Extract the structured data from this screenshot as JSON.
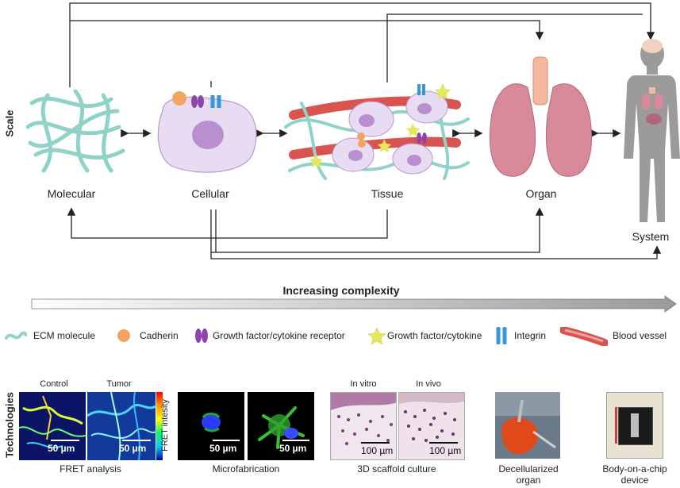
{
  "axis": {
    "scale_label": "Scale",
    "technologies_label": "Technologies"
  },
  "scales": {
    "molecular": "Molecular",
    "cellular": "Cellular",
    "tissue": "Tissue",
    "organ": "Organ",
    "system": "System"
  },
  "complexity": {
    "label": "Increasing complexity"
  },
  "legend": [
    {
      "icon": "ecm-molecule-icon",
      "label": "ECM molecule"
    },
    {
      "icon": "cadherin-icon",
      "label": "Cadherin"
    },
    {
      "icon": "receptor-icon",
      "label": "Growth factor/cytokine receptor"
    },
    {
      "icon": "growth-factor-icon",
      "label": "Growth factor/cytokine"
    },
    {
      "icon": "integrin-icon",
      "label": "Integrin"
    },
    {
      "icon": "blood-vessel-icon",
      "label": "Blood vessel"
    }
  ],
  "technologies": {
    "fret": {
      "caption": "FRET analysis",
      "control": "Control",
      "tumor": "Tumor",
      "scale_control": "50 µm",
      "scale_tumor": "50 µm",
      "colorbar_label": "FRET intesity"
    },
    "microfab": {
      "caption": "Microfabrication",
      "scale_a": "50 µm",
      "scale_b": "50 µm"
    },
    "scaffold": {
      "caption": "3D scaffold culture",
      "in_vitro": "In vitro",
      "in_vivo": "In vivo",
      "scale_a": "100 µm",
      "scale_b": "100 µm"
    },
    "decell": {
      "caption_line1": "Decellularized",
      "caption_line2": "organ"
    },
    "chip": {
      "caption_line1": "Body-on-a-chip",
      "caption_line2": "device"
    }
  },
  "colors": {
    "ecm": "#8fd3c8",
    "cell": "#e8dcf2",
    "nucleus": "#b98fcf",
    "cadherin": "#f4a460",
    "receptor": "#8e44ad",
    "integrin": "#3498db",
    "growth_factor": "#e5e85a",
    "vessel": "#d9534f",
    "organ": "#d98a9a"
  }
}
